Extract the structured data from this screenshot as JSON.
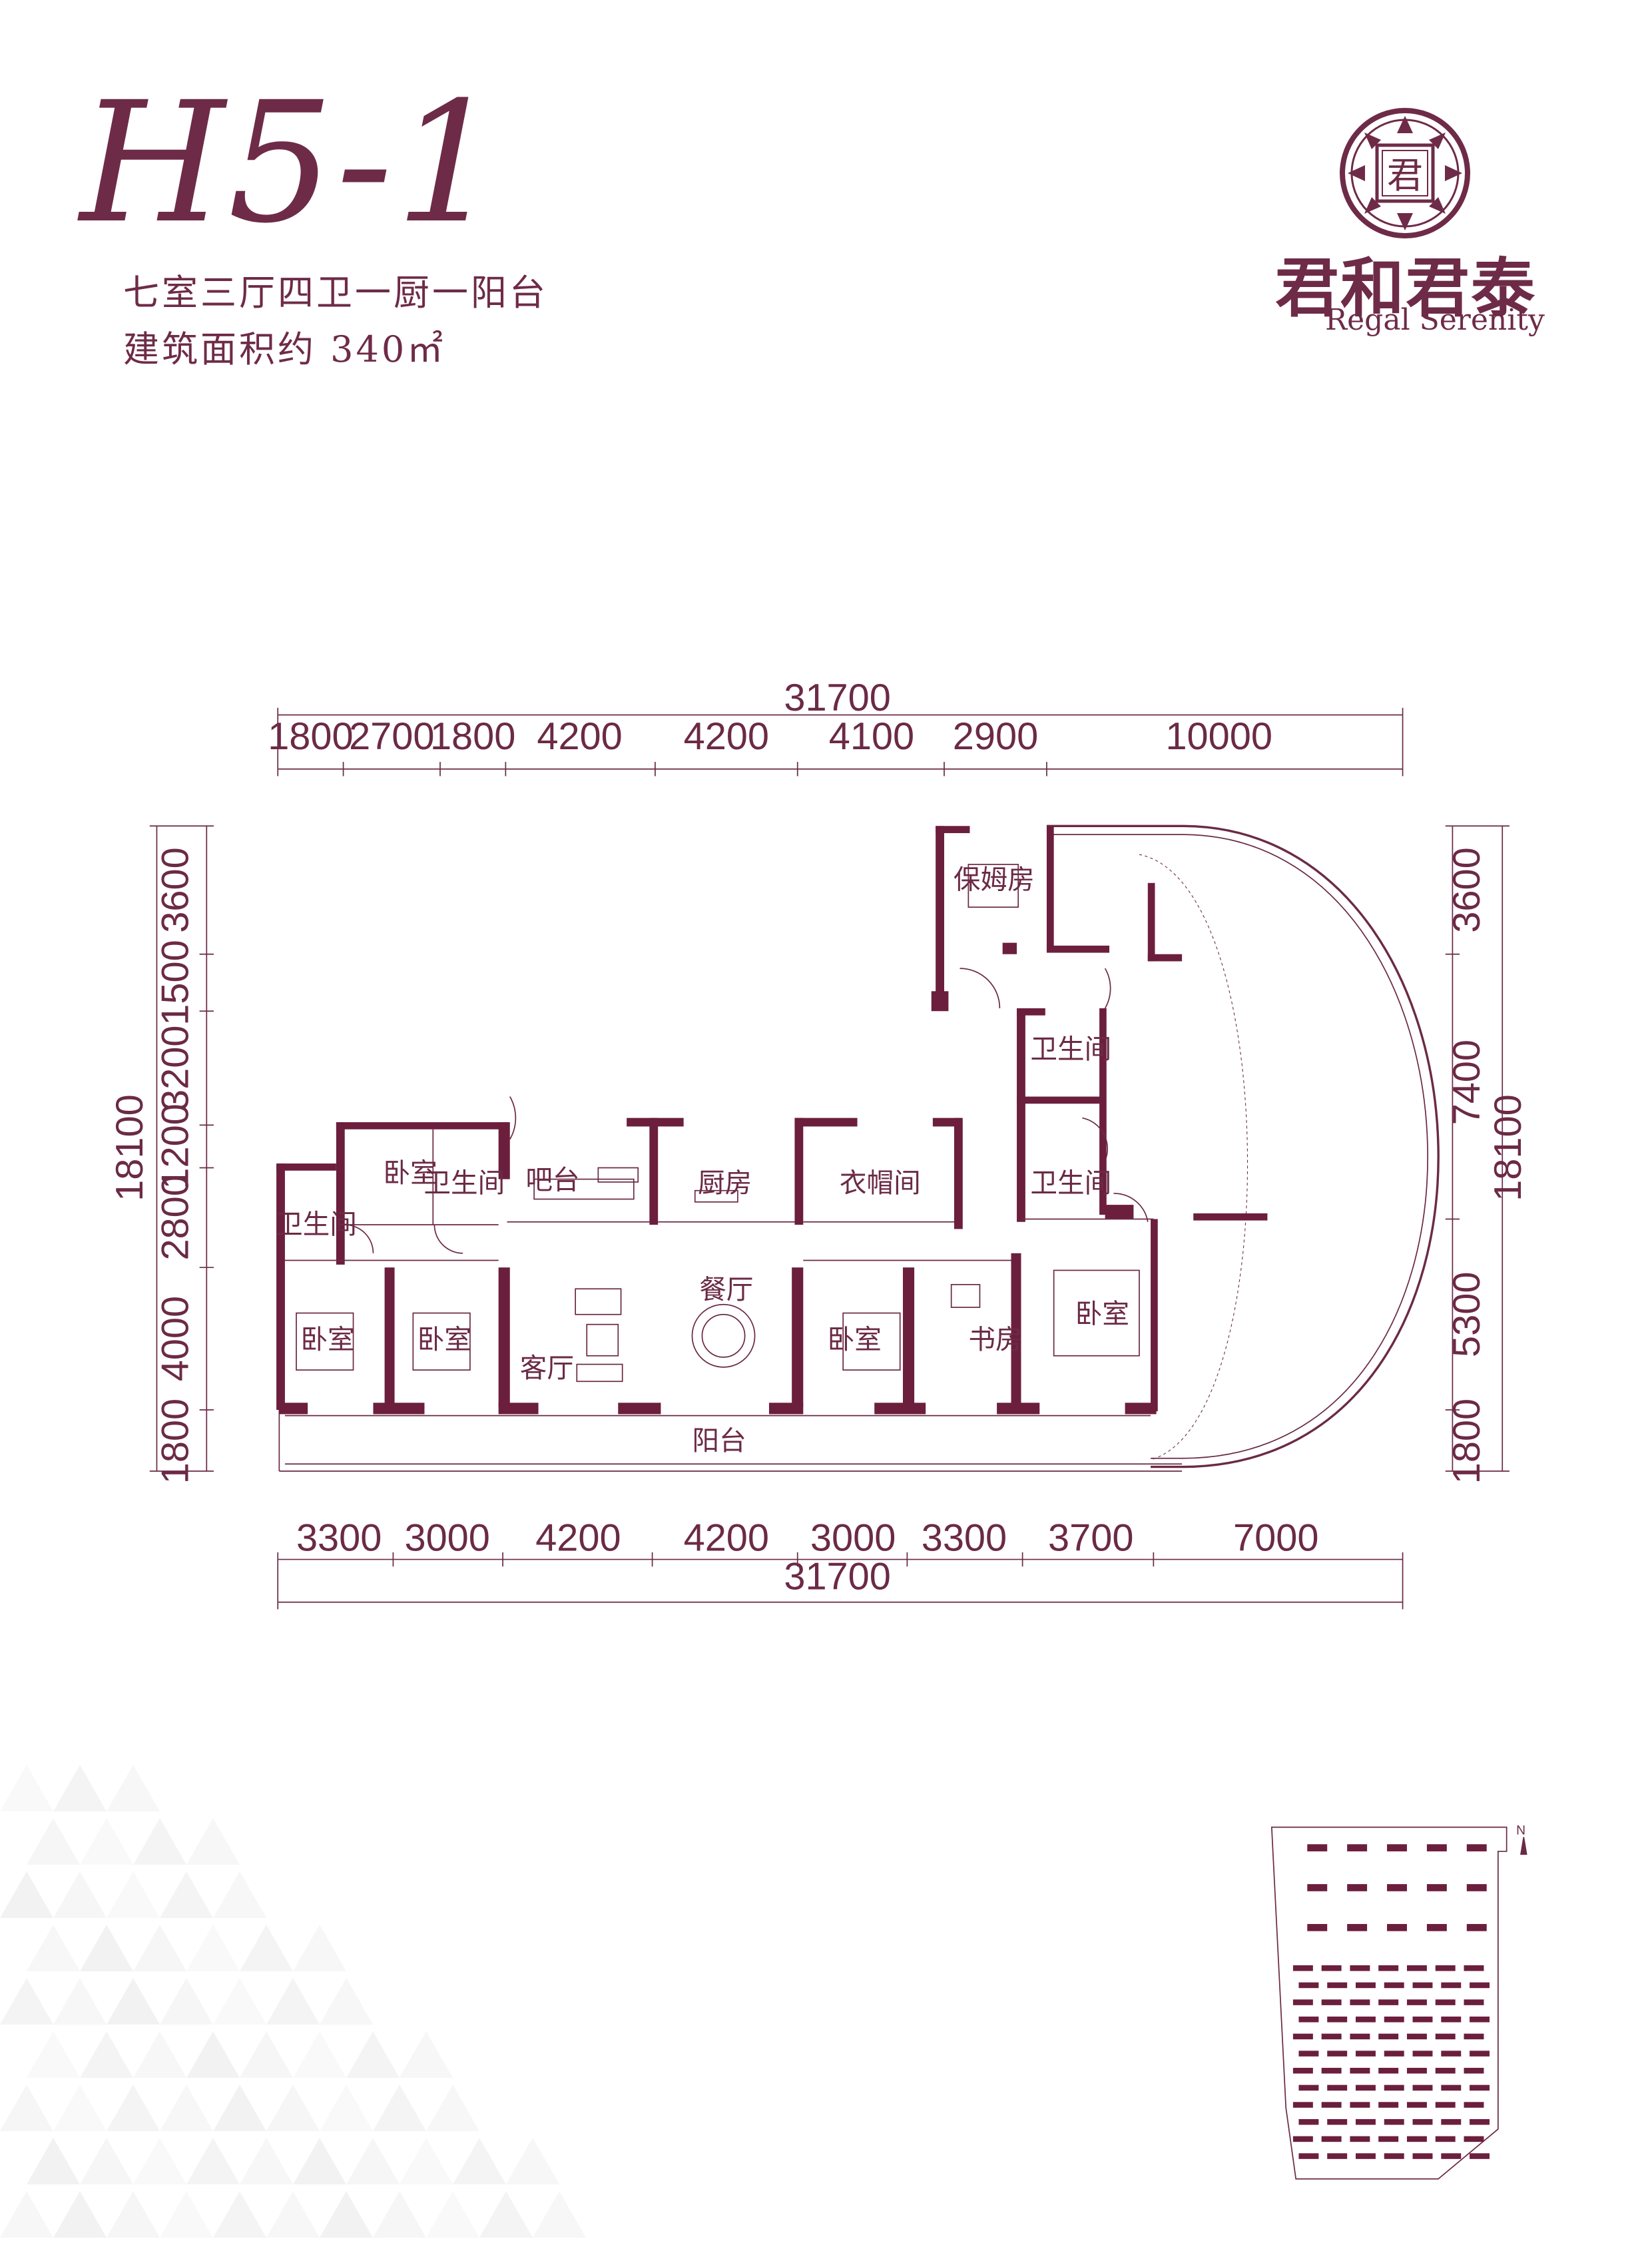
{
  "header": {
    "unit_title": "H5-1",
    "layout_desc": "七室三厅四卫一厨一阳台",
    "area_desc": "建筑面积约 340㎡"
  },
  "brand": {
    "seal_char": "君",
    "name_cn": "君和君泰",
    "name_en": "Regal Serenity"
  },
  "dimensions": {
    "top_total": "31700",
    "top_segments": [
      "1800",
      "2700",
      "1800",
      "4200",
      "4200",
      "4100",
      "2900",
      "10000"
    ],
    "bottom_total": "31700",
    "bottom_segments": [
      "3300",
      "3000",
      "4200",
      "4200",
      "3000",
      "3300",
      "3700",
      "7000"
    ],
    "left_total": "18100",
    "left_segments": [
      "3600",
      "1500",
      "3200",
      "1200",
      "2800",
      "4000",
      "1800"
    ],
    "right_total": "18100",
    "right_segments": [
      "3600",
      "7400",
      "5300",
      "1800"
    ]
  },
  "rooms": {
    "nanny": "保姆房",
    "bath_upper": "卫生间",
    "bath_right": "卫生间",
    "bedroom_small": "卧室",
    "bath_mid": "卫生间",
    "bar": "吧台",
    "kitchen": "厨房",
    "closet": "衣帽间",
    "bath_left": "卫生间",
    "bedroom_1": "卧室",
    "bedroom_2": "卧室",
    "dining": "餐厅",
    "living": "客厅",
    "bedroom_3": "卧室",
    "study": "书房",
    "bedroom_master": "卧室",
    "balcony": "阳台"
  },
  "keyplan": {
    "north": "N"
  },
  "colors": {
    "accent": "#6e2b47",
    "wall": "#6b1f3d"
  }
}
